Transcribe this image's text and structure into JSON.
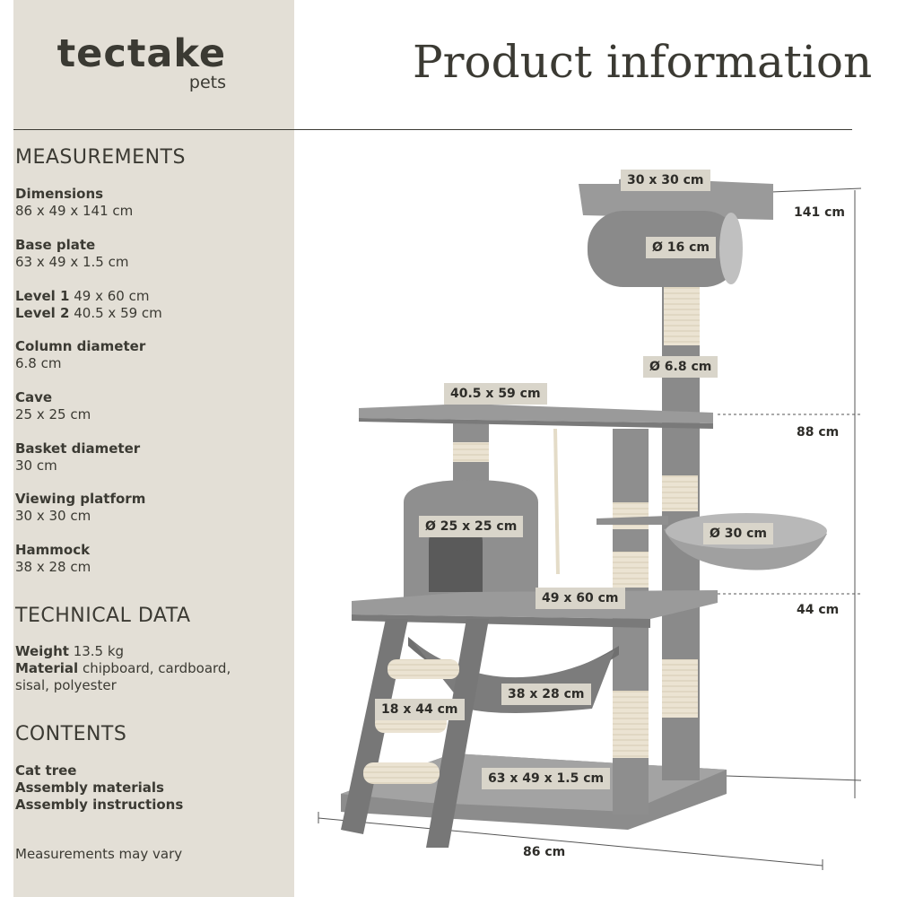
{
  "brand": {
    "name": "tectake",
    "sub": "pets"
  },
  "title": "Product information",
  "sections": {
    "measurements": "MEASUREMENTS",
    "technical": "TECHNICAL DATA",
    "contents": "CONTENTS"
  },
  "specs": {
    "dimensions": {
      "label": "Dimensions",
      "value": "86 x 49 x 141 cm"
    },
    "base_plate": {
      "label": "Base plate",
      "value": "63 x 49 x 1.5 cm"
    },
    "level1": {
      "label": "Level 1",
      "value": "49 x 60 cm"
    },
    "level2": {
      "label": "Level 2",
      "value": "40.5 x 59 cm"
    },
    "column": {
      "label": "Column diameter",
      "value": "6.8 cm"
    },
    "cave": {
      "label": "Cave",
      "value": "25 x 25 cm"
    },
    "basket": {
      "label": "Basket diameter",
      "value": "30 cm"
    },
    "platform": {
      "label": "Viewing platform",
      "value": "30 x 30 cm"
    },
    "hammock": {
      "label": "Hammock",
      "value": "38 x 28 cm"
    }
  },
  "technical": {
    "weight": {
      "label": "Weight",
      "value": "13.5 kg"
    },
    "material": {
      "label": "Material",
      "value": "chipboard, cardboard, sisal, polyester"
    }
  },
  "contents": [
    "Cat tree",
    "Assembly materials",
    "Assembly instructions"
  ],
  "note": "Measurements may vary",
  "diagram": {
    "labels": {
      "platform": "30 x 30 cm",
      "tube": "Ø 16 cm",
      "column": "Ø 6.8 cm",
      "level2": "40.5 x 59 cm",
      "cave": "Ø 25 x 25 cm",
      "basket": "Ø 30 cm",
      "level1": "49 x 60 cm",
      "hammock": "38 x 28 cm",
      "ladder": "18 x 44 cm",
      "base": "63 x 49 x 1.5 cm"
    },
    "dims": {
      "height_total": "141 cm",
      "height_level2": "88 cm",
      "height_level1": "44 cm",
      "width": "86 cm"
    }
  }
}
